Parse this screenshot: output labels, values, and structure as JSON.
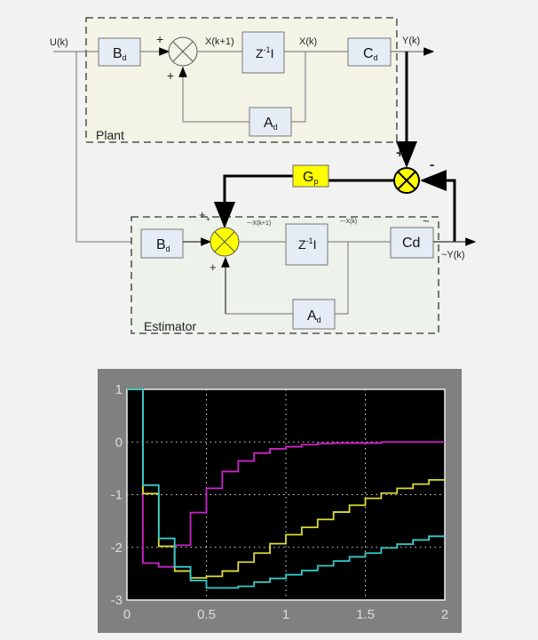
{
  "diagram": {
    "plant_title": "Plant",
    "estimator_title": "Estimator",
    "signals": {
      "u": "U(k)",
      "x_next": "X(k+1)",
      "x": "X(k)",
      "y": "Y(k)",
      "y_est": "~Y(k)",
      "x_next_est": "~-X(k+1)",
      "x_est": "~-X(k)",
      "tilde": "~"
    },
    "signs": {
      "plus": "+",
      "minus": "-"
    },
    "blocks": {
      "bd": {
        "main": "B",
        "sub": "d"
      },
      "z": {
        "main": "Z",
        "sup": "-1",
        "tail": "I"
      },
      "cd": {
        "main": "C",
        "sub": "d"
      },
      "ad": {
        "main": "A",
        "sub": "d"
      },
      "gp": {
        "main": "G",
        "sub": "p"
      },
      "cd_est": {
        "main": "Cd"
      }
    },
    "colors": {
      "sum_junction": "#ffff00",
      "gain": "#ffff00",
      "plant_bg": "#f3f3e6",
      "estimator_bg": "#edf2ea"
    }
  },
  "chart_data": {
    "type": "line",
    "title": "",
    "xlabel": "",
    "ylabel": "",
    "xlim": [
      0,
      2
    ],
    "ylim": [
      -3,
      1
    ],
    "xticks": [
      "0",
      "0.5",
      "1",
      "1.5",
      "2"
    ],
    "yticks": [
      "1",
      "0",
      "-1",
      "-2",
      "-3"
    ],
    "grid": true,
    "step": 0.1,
    "series": [
      {
        "name": "magenta",
        "color": "#cc22cc",
        "values": [
          1,
          -2.3,
          -2.37,
          -1.96,
          -1.34,
          -0.88,
          -0.56,
          -0.36,
          -0.21,
          -0.13,
          -0.09,
          -0.05,
          -0.03,
          -0.02,
          -0.02,
          -0.02,
          0,
          0,
          0,
          0
        ]
      },
      {
        "name": "yellow",
        "color": "#dddd33",
        "values": [
          1,
          -0.98,
          -1.98,
          -2.45,
          -2.58,
          -2.55,
          -2.45,
          -2.28,
          -2.11,
          -1.93,
          -1.76,
          -1.62,
          -1.47,
          -1.33,
          -1.2,
          -1.07,
          -0.97,
          -0.88,
          -0.8,
          -0.72
        ]
      },
      {
        "name": "cyan",
        "color": "#33cccc",
        "values": [
          1,
          -0.82,
          -1.83,
          -2.37,
          -2.63,
          -2.77,
          -2.77,
          -2.74,
          -2.66,
          -2.59,
          -2.52,
          -2.44,
          -2.35,
          -2.26,
          -2.18,
          -2.11,
          -2.01,
          -1.94,
          -1.86,
          -1.79
        ]
      }
    ]
  }
}
